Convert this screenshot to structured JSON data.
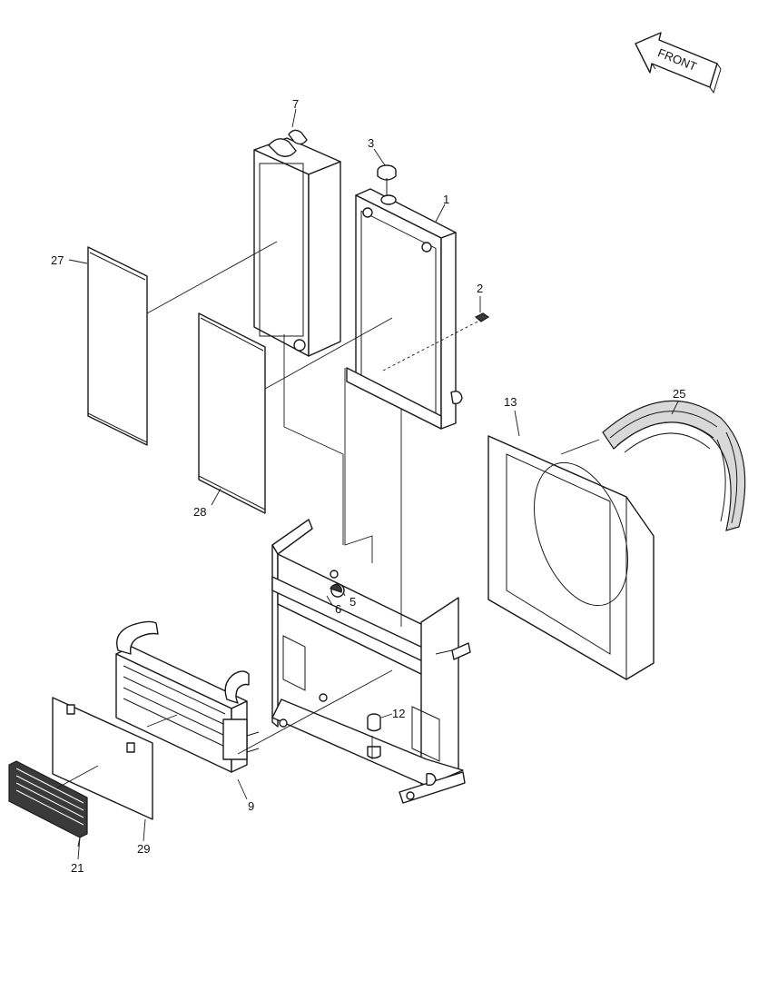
{
  "direction_arrow": {
    "label": "FRONT"
  },
  "callouts": [
    {
      "id": "c1",
      "label": "1"
    },
    {
      "id": "c2",
      "label": "2"
    },
    {
      "id": "c3",
      "label": "3"
    },
    {
      "id": "c5",
      "label": "5"
    },
    {
      "id": "c6",
      "label": "6"
    },
    {
      "id": "c7",
      "label": "7"
    },
    {
      "id": "c9",
      "label": "9"
    },
    {
      "id": "c12",
      "label": "12"
    },
    {
      "id": "c13",
      "label": "13"
    },
    {
      "id": "c21",
      "label": "21"
    },
    {
      "id": "c25",
      "label": "25"
    },
    {
      "id": "c27",
      "label": "27"
    },
    {
      "id": "c28",
      "label": "28"
    },
    {
      "id": "c29",
      "label": "29"
    }
  ]
}
